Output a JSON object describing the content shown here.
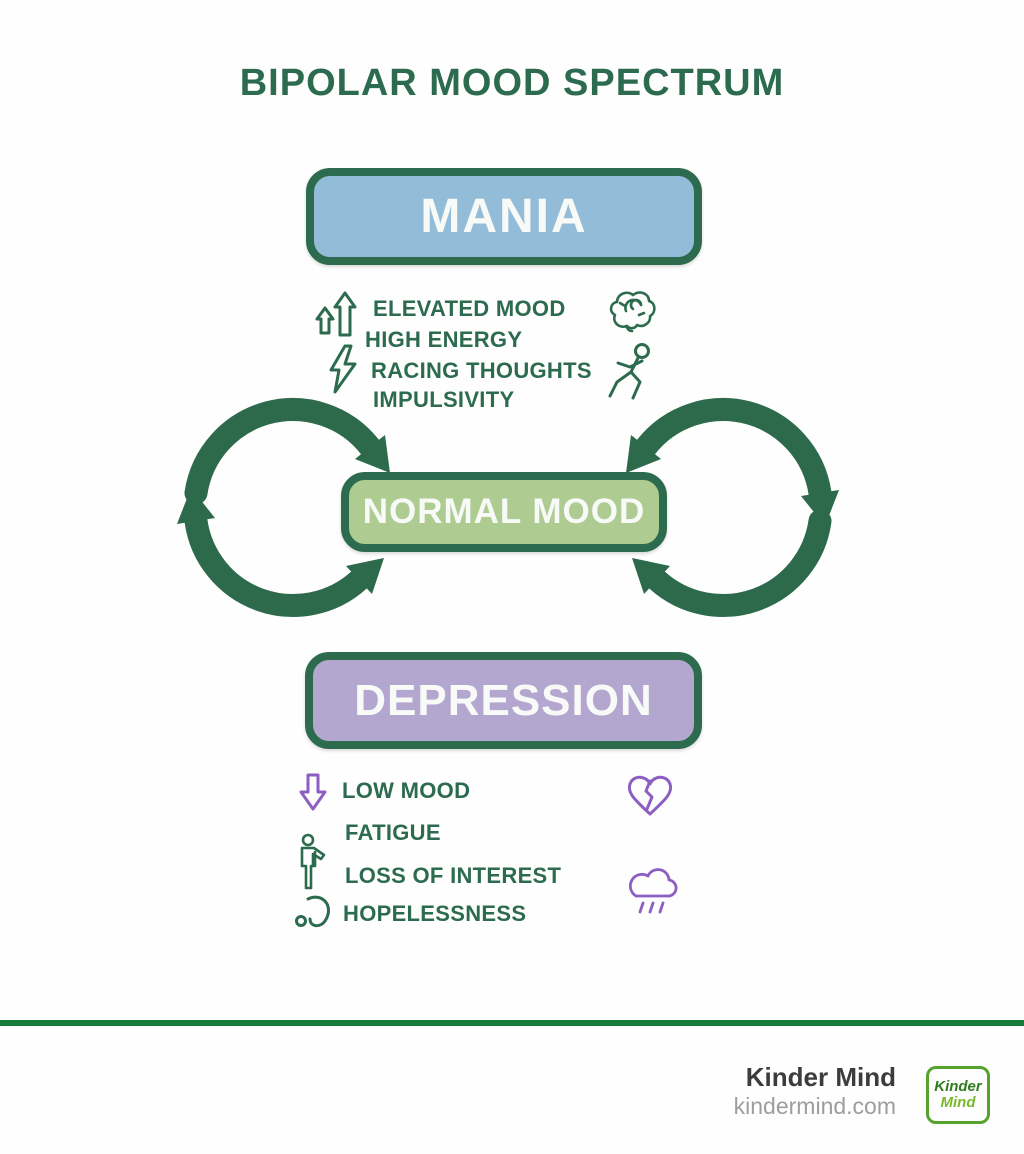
{
  "title": "BIPOLAR MOOD SPECTRUM",
  "mania": {
    "label": "MANIA",
    "fill": "#93bcd9",
    "symptoms": [
      "ELEVATED MOOD",
      "HIGH ENERGY",
      "RACING THOUGHTS",
      "IMPULSIVITY"
    ],
    "list_icons": [
      "up-arrows",
      "lightning"
    ],
    "side_icons": [
      "brain",
      "runner"
    ]
  },
  "normal": {
    "label": "NORMAL MOOD",
    "fill": "#aecb92"
  },
  "depression": {
    "label": "DEPRESSION",
    "fill": "#b3a7cf",
    "symptoms": [
      "LOW MOOD",
      "FATIGUE",
      "LOSS OF INTEREST",
      "HOPELESSNESS"
    ],
    "list_icons": [
      "down-arrow",
      "person",
      "slump"
    ],
    "side_icons": [
      "broken-heart",
      "rain-cloud"
    ]
  },
  "colors": {
    "outline_green": "#2d6b4f",
    "text_green": "#2d6b50",
    "arrow_green": "#2d6a4c",
    "icon_purple": "#8d5fc2",
    "divider_green": "#17793a",
    "mania_fill": "#93bcd9",
    "normal_fill": "#aecb92",
    "depression_fill": "#b3a7cf"
  },
  "footer": {
    "brand": "Kinder Mind",
    "website": "kindermind.com",
    "logo_line1": "Kinder",
    "logo_line2": "Mind"
  }
}
